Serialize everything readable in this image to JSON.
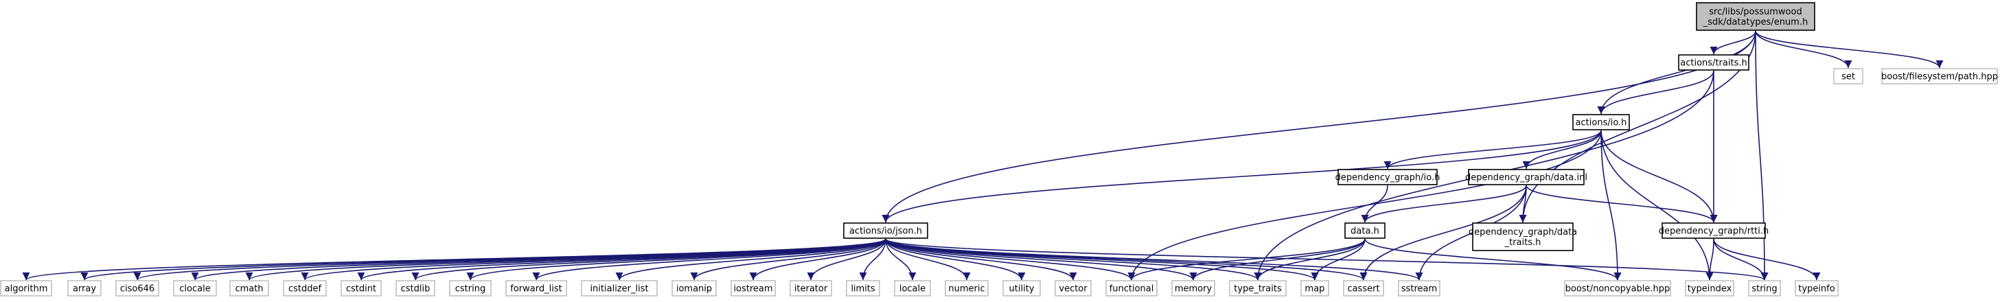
{
  "colors": {
    "edge": "#191970",
    "node_border": "#000000",
    "external_border": "#bfbfbf",
    "focus_fill": "#bfbfbf",
    "background": "#ffffff"
  },
  "graph": {
    "nodes": [
      {
        "id": "enum_h",
        "lines": [
          "src/libs/possumwood",
          "_sdk/datatypes/enum.h"
        ],
        "kind": "focus"
      },
      {
        "id": "traits_h",
        "lines": [
          "actions/traits.h"
        ],
        "kind": "local"
      },
      {
        "id": "set",
        "lines": [
          "set"
        ],
        "kind": "external"
      },
      {
        "id": "path_hpp",
        "lines": [
          "boost/filesystem/path.hpp"
        ],
        "kind": "external"
      },
      {
        "id": "io_h",
        "lines": [
          "actions/io.h"
        ],
        "kind": "local"
      },
      {
        "id": "dg_io_h",
        "lines": [
          "dependency_graph/io.h"
        ],
        "kind": "local"
      },
      {
        "id": "data_inl",
        "lines": [
          "dependency_graph/data.inl"
        ],
        "kind": "local"
      },
      {
        "id": "json_h",
        "lines": [
          "actions/io/json.h"
        ],
        "kind": "local"
      },
      {
        "id": "data_h",
        "lines": [
          "data.h"
        ],
        "kind": "local"
      },
      {
        "id": "data_traits_h",
        "lines": [
          "dependency_graph/data",
          "_traits.h"
        ],
        "kind": "local"
      },
      {
        "id": "rtti_h",
        "lines": [
          "dependency_graph/rtti.h"
        ],
        "kind": "local"
      },
      {
        "id": "algorithm",
        "lines": [
          "algorithm"
        ],
        "kind": "external"
      },
      {
        "id": "array",
        "lines": [
          "array"
        ],
        "kind": "external"
      },
      {
        "id": "ciso646",
        "lines": [
          "ciso646"
        ],
        "kind": "external"
      },
      {
        "id": "clocale",
        "lines": [
          "clocale"
        ],
        "kind": "external"
      },
      {
        "id": "cmath",
        "lines": [
          "cmath"
        ],
        "kind": "external"
      },
      {
        "id": "cstddef",
        "lines": [
          "cstddef"
        ],
        "kind": "external"
      },
      {
        "id": "cstdint",
        "lines": [
          "cstdint"
        ],
        "kind": "external"
      },
      {
        "id": "cstdlib",
        "lines": [
          "cstdlib"
        ],
        "kind": "external"
      },
      {
        "id": "cstring",
        "lines": [
          "cstring"
        ],
        "kind": "external"
      },
      {
        "id": "forward_list",
        "lines": [
          "forward_list"
        ],
        "kind": "external"
      },
      {
        "id": "initializer_list",
        "lines": [
          "initializer_list"
        ],
        "kind": "external"
      },
      {
        "id": "iomanip",
        "lines": [
          "iomanip"
        ],
        "kind": "external"
      },
      {
        "id": "iostream",
        "lines": [
          "iostream"
        ],
        "kind": "external"
      },
      {
        "id": "iterator",
        "lines": [
          "iterator"
        ],
        "kind": "external"
      },
      {
        "id": "limits",
        "lines": [
          "limits"
        ],
        "kind": "external"
      },
      {
        "id": "locale",
        "lines": [
          "locale"
        ],
        "kind": "external"
      },
      {
        "id": "numeric",
        "lines": [
          "numeric"
        ],
        "kind": "external"
      },
      {
        "id": "utility",
        "lines": [
          "utility"
        ],
        "kind": "external"
      },
      {
        "id": "vector",
        "lines": [
          "vector"
        ],
        "kind": "external"
      },
      {
        "id": "functional",
        "lines": [
          "functional"
        ],
        "kind": "external"
      },
      {
        "id": "memory",
        "lines": [
          "memory"
        ],
        "kind": "external"
      },
      {
        "id": "type_traits",
        "lines": [
          "type_traits"
        ],
        "kind": "external"
      },
      {
        "id": "map",
        "lines": [
          "map"
        ],
        "kind": "external"
      },
      {
        "id": "cassert",
        "lines": [
          "cassert"
        ],
        "kind": "external"
      },
      {
        "id": "sstream",
        "lines": [
          "sstream"
        ],
        "kind": "external"
      },
      {
        "id": "noncopyable",
        "lines": [
          "boost/noncopyable.hpp"
        ],
        "kind": "external"
      },
      {
        "id": "typeindex",
        "lines": [
          "typeindex"
        ],
        "kind": "external"
      },
      {
        "id": "string",
        "lines": [
          "string"
        ],
        "kind": "external"
      },
      {
        "id": "typeinfo",
        "lines": [
          "typeinfo"
        ],
        "kind": "external"
      }
    ],
    "edges": [
      [
        "enum_h",
        "traits_h"
      ],
      [
        "enum_h",
        "set"
      ],
      [
        "enum_h",
        "path_hpp"
      ],
      [
        "enum_h",
        "io_h"
      ],
      [
        "enum_h",
        "json_h"
      ],
      [
        "enum_h",
        "data_traits_h"
      ],
      [
        "enum_h",
        "string"
      ],
      [
        "traits_h",
        "io_h"
      ],
      [
        "traits_h",
        "type_traits"
      ],
      [
        "traits_h",
        "rtti_h"
      ],
      [
        "io_h",
        "dg_io_h"
      ],
      [
        "io_h",
        "data_inl"
      ],
      [
        "io_h",
        "json_h"
      ],
      [
        "io_h",
        "functional"
      ],
      [
        "io_h",
        "noncopyable"
      ],
      [
        "io_h",
        "typeindex"
      ],
      [
        "io_h",
        "rtti_h"
      ],
      [
        "dg_io_h",
        "data_h"
      ],
      [
        "data_inl",
        "data_h"
      ],
      [
        "data_inl",
        "data_traits_h"
      ],
      [
        "data_inl",
        "rtti_h"
      ],
      [
        "data_inl",
        "cassert"
      ],
      [
        "data_inl",
        "sstream"
      ],
      [
        "data_h",
        "functional"
      ],
      [
        "data_h",
        "memory"
      ],
      [
        "data_h",
        "type_traits"
      ],
      [
        "data_h",
        "map"
      ],
      [
        "data_h",
        "noncopyable"
      ],
      [
        "rtti_h",
        "typeindex"
      ],
      [
        "rtti_h",
        "string"
      ],
      [
        "rtti_h",
        "typeinfo"
      ],
      [
        "json_h",
        "algorithm"
      ],
      [
        "json_h",
        "array"
      ],
      [
        "json_h",
        "ciso646"
      ],
      [
        "json_h",
        "clocale"
      ],
      [
        "json_h",
        "cmath"
      ],
      [
        "json_h",
        "cstddef"
      ],
      [
        "json_h",
        "cstdint"
      ],
      [
        "json_h",
        "cstdlib"
      ],
      [
        "json_h",
        "cstring"
      ],
      [
        "json_h",
        "forward_list"
      ],
      [
        "json_h",
        "initializer_list"
      ],
      [
        "json_h",
        "iomanip"
      ],
      [
        "json_h",
        "iostream"
      ],
      [
        "json_h",
        "iterator"
      ],
      [
        "json_h",
        "limits"
      ],
      [
        "json_h",
        "locale"
      ],
      [
        "json_h",
        "numeric"
      ],
      [
        "json_h",
        "utility"
      ],
      [
        "json_h",
        "vector"
      ],
      [
        "json_h",
        "functional"
      ],
      [
        "json_h",
        "memory"
      ],
      [
        "json_h",
        "type_traits"
      ],
      [
        "json_h",
        "map"
      ],
      [
        "json_h",
        "cassert"
      ],
      [
        "json_h",
        "sstream"
      ],
      [
        "json_h",
        "string"
      ]
    ]
  }
}
